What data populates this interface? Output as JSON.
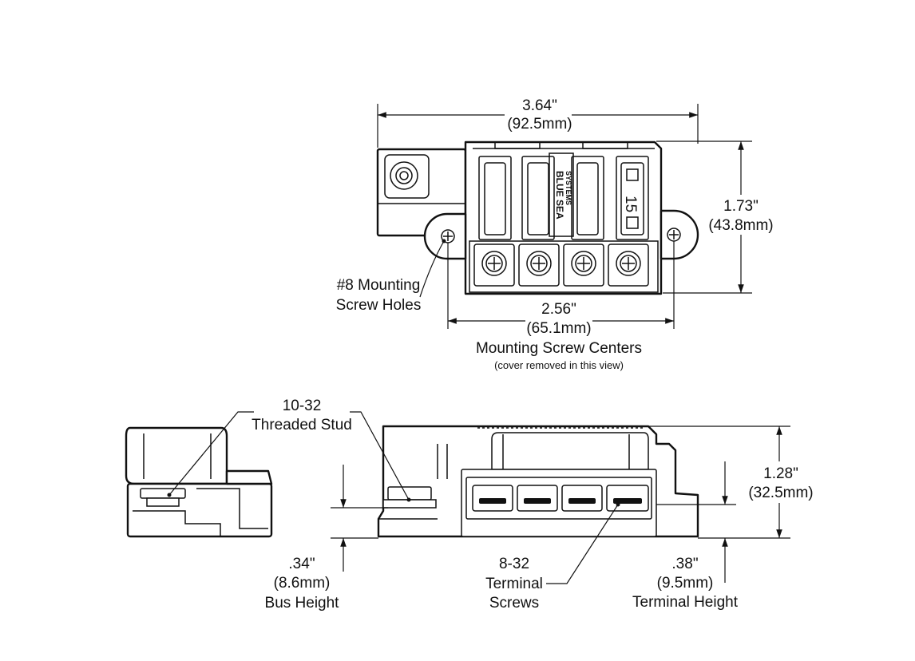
{
  "dimensions": {
    "overall_width": {
      "imperial": "3.64\"",
      "metric": "(92.5mm)"
    },
    "overall_height_top": {
      "imperial": "1.73\"",
      "metric": "(43.8mm)"
    },
    "mount_centers": {
      "imperial": "2.56\"",
      "metric": "(65.1mm)",
      "caption": "Mounting Screw Centers",
      "note": "(cover removed in this view)"
    },
    "overall_height_side": {
      "imperial": "1.28\"",
      "metric": "(32.5mm)"
    },
    "bus_height": {
      "imperial": ".34\"",
      "metric": "(8.6mm)",
      "caption": "Bus Height"
    },
    "terminal_height": {
      "imperial": ".38\"",
      "metric": "(9.5mm)",
      "caption": "Terminal Height"
    }
  },
  "callouts": {
    "mounting_holes": {
      "line1": "#8 Mounting",
      "line2": "Screw Holes"
    },
    "stud": {
      "line1": "10-32",
      "line2": "Threaded Stud"
    },
    "terminal_screws": {
      "line1": "8-32",
      "line2": "Terminal",
      "line3": "Screws"
    }
  },
  "part": {
    "brand_line1": "BLUE SEA",
    "brand_line2": "SYSTEMS",
    "fuse_rating": "15"
  }
}
